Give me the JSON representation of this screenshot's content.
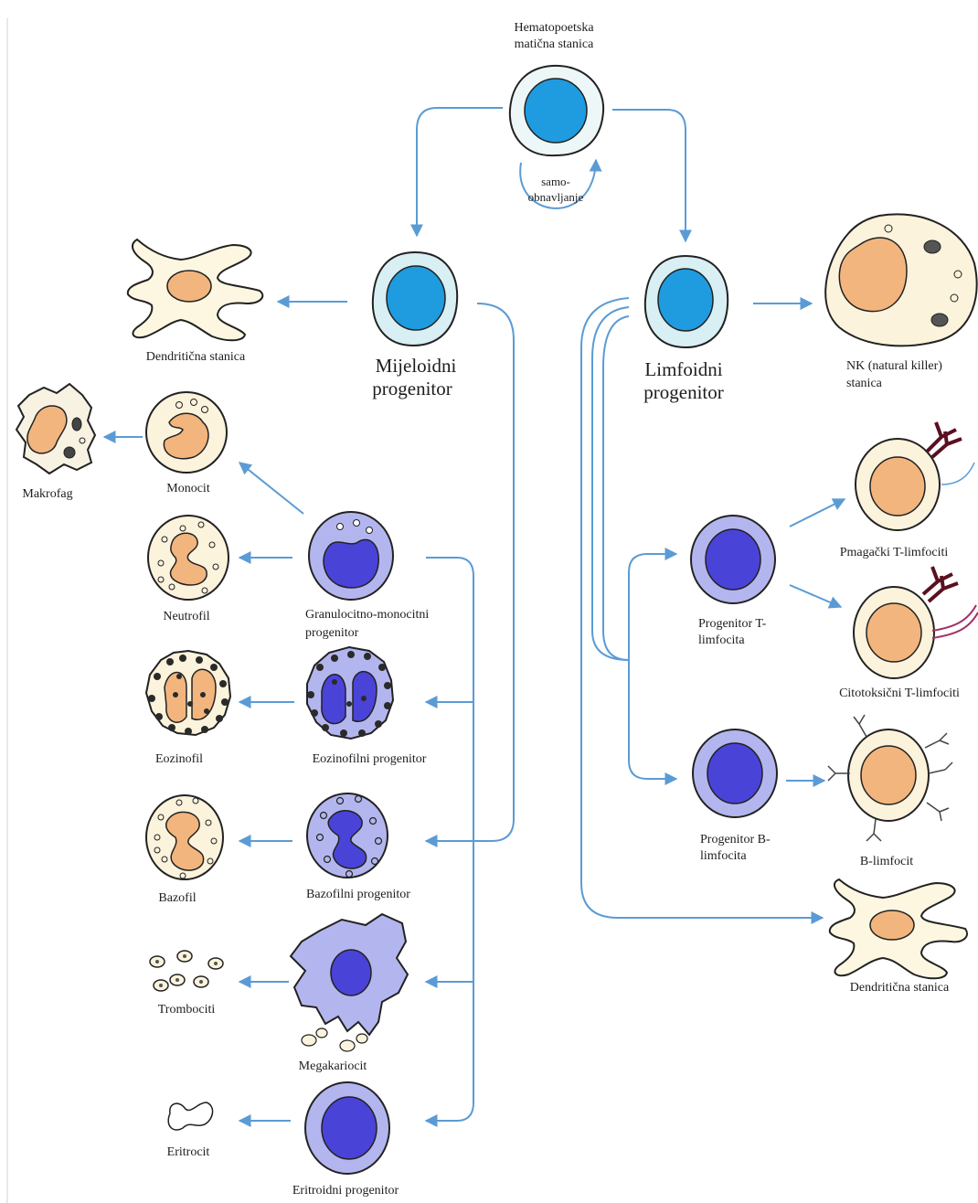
{
  "diagram": {
    "stem": {
      "label_line1": "Hematopoetska",
      "label_line2": "matična stanica",
      "self_renewal_line1": "samo-",
      "self_renewal_line2": "obnavljanje"
    },
    "myeloid": {
      "line1": "Mijeloidni",
      "line2": "progenitor"
    },
    "lymphoid": {
      "line1": "Limfoidni",
      "line2": "progenitor"
    },
    "left_cells": {
      "dendritic": "Dendritična stanica",
      "monocyte": "Monocit",
      "macrophage": "Makrofag",
      "neutrophil": "Neutrofil",
      "gm_progenitor_line1": "Granulocitno-monocitni",
      "gm_progenitor_line2": "progenitor",
      "eosinophil": "Eozinofil",
      "eos_progenitor": "Eozinofilni progenitor",
      "basophil": "Bazofil",
      "baso_progenitor": "Bazofilni progenitor",
      "platelets": "Trombociti",
      "megakaryocyte": "Megakariocit",
      "erythrocyte": "Eritrocit",
      "ery_progenitor": "Eritroidni progenitor"
    },
    "right_cells": {
      "nk_line1": "NK (natural killer)",
      "nk_line2": "stanica",
      "helper_t": "Pmagački T-limfociti",
      "cytotoxic_t": "Citotoksični T-limfociti",
      "t_progenitor_line1": "Progenitor T-",
      "t_progenitor_line2": "limfocita",
      "b_progenitor_line1": "Progenitor B-",
      "b_progenitor_line2": "limfocita",
      "b_cell": "B-limfocit",
      "dendritic": "Dendritična stanica"
    },
    "colors": {
      "arrow": "#5b9bd5",
      "stem_nucleus": "#1f9be0",
      "progenitor_cytoplasm": "#b3b6ee",
      "progenitor_nucleus": "#4a43d8",
      "mature_nucleus": "#f2b57e",
      "mature_cytoplasm": "#fbf3dc",
      "granule": "#333333"
    }
  }
}
